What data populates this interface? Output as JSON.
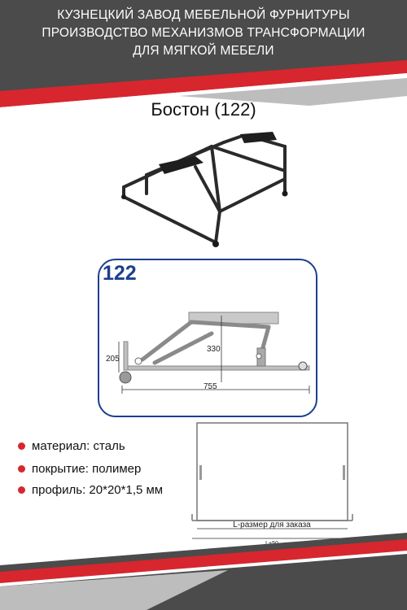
{
  "header": {
    "line1": "КУЗНЕЦКИЙ ЗАВОД МЕБЕЛЬНОЙ ФУРНИТУРЫ",
    "line2": "ПРОИЗВОДСТВО МЕХАНИЗМОВ ТРАНСФОРМАЦИИ",
    "line3": "ДЛЯ МЯГКОЙ МЕБЕЛИ"
  },
  "product": {
    "title": "Бостон (122)",
    "model_number": "122"
  },
  "dimensions": {
    "height_back": "205",
    "height_lift": "330",
    "length": "755"
  },
  "specs": [
    {
      "label": "материал: сталь"
    },
    {
      "label": "покрытие: полимер"
    },
    {
      "label": "профиль: 20*20*1,5 мм"
    }
  ],
  "plan": {
    "size_label": "L-размер для заказа",
    "total_label": "L+50"
  },
  "colors": {
    "header_gray": "#4a4a4a",
    "accent_red": "#d8262e",
    "card_blue": "#1d3f8f"
  }
}
